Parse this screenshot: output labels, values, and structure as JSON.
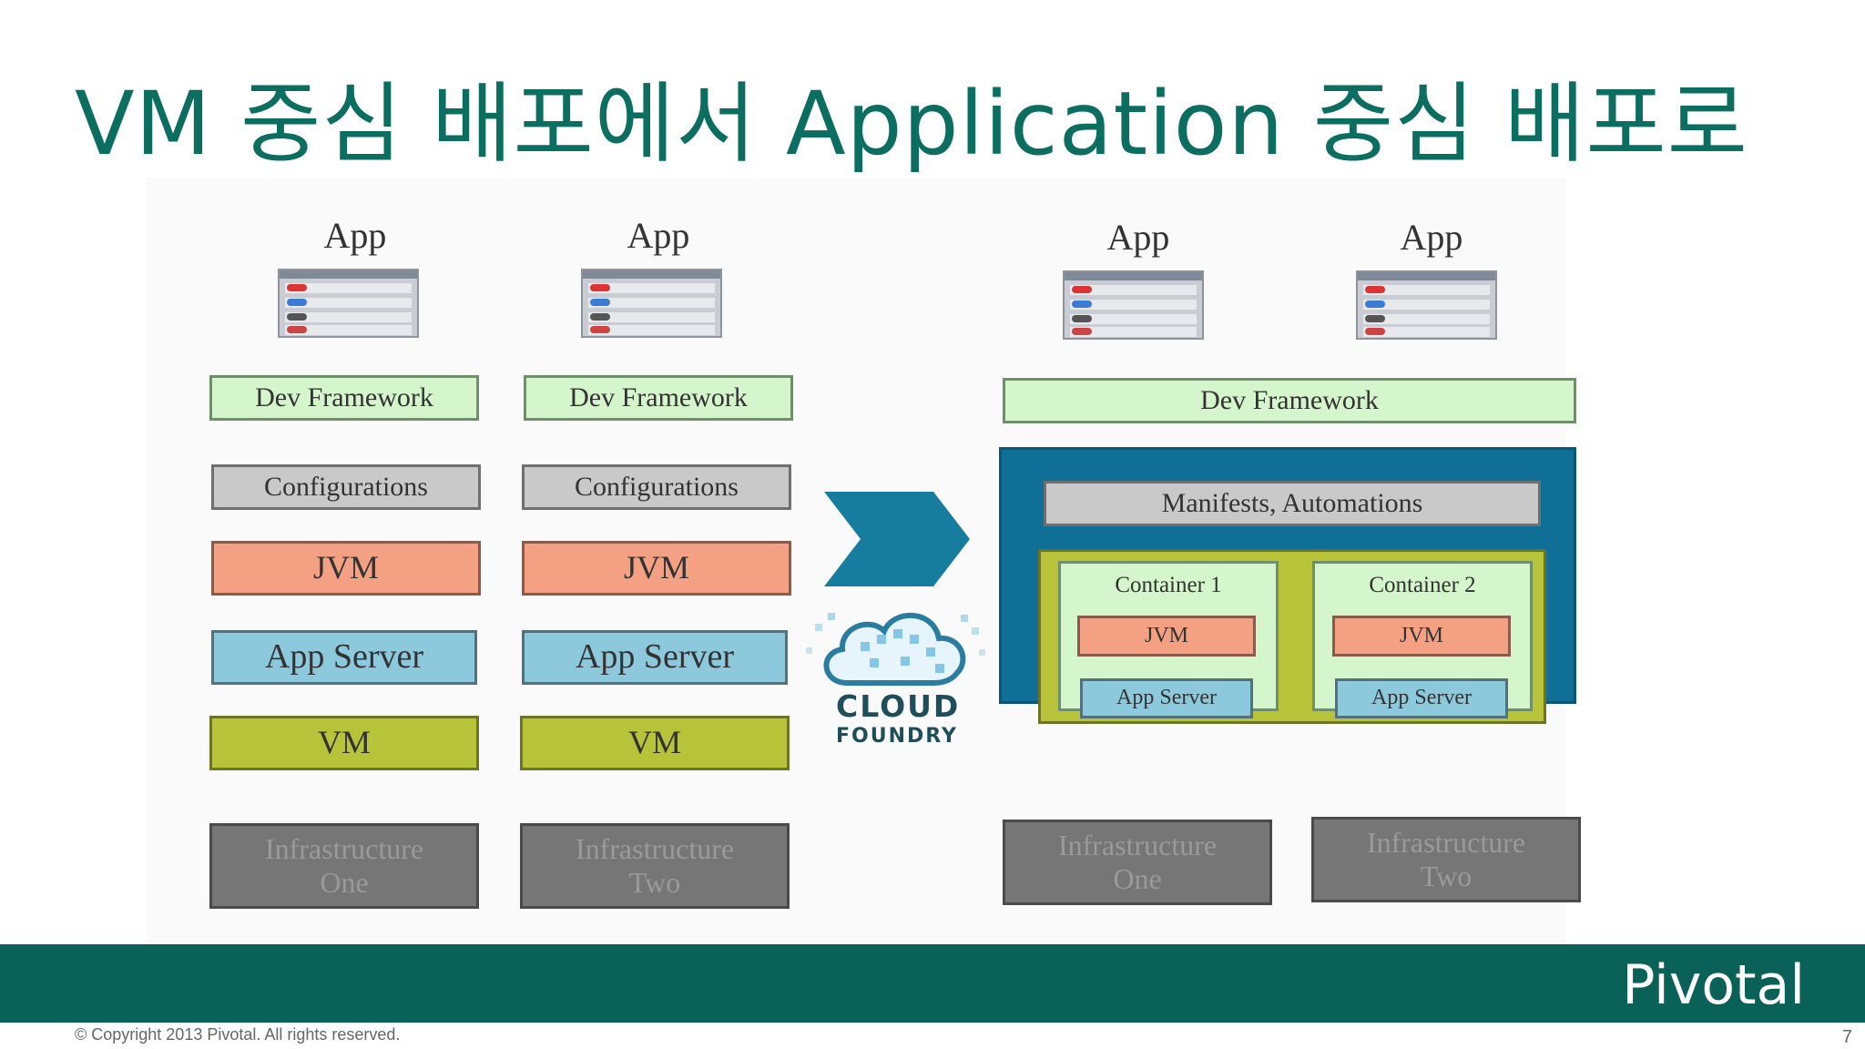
{
  "slide": {
    "title": "VM 중심 배포에서 Application 중심 배포로",
    "copyright": "© Copyright 2013 Pivotal. All rights reserved.",
    "page_number": "7",
    "logo": "Pivotal"
  },
  "diagram": {
    "left_stack_1": {
      "app": "App",
      "dev_framework": "Dev Framework",
      "configurations": "Configurations",
      "jvm": "JVM",
      "app_server": "App Server",
      "vm": "VM",
      "infra_line1": "Infrastructure",
      "infra_line2": "One"
    },
    "left_stack_2": {
      "app": "App",
      "dev_framework": "Dev Framework",
      "configurations": "Configurations",
      "jvm": "JVM",
      "app_server": "App Server",
      "vm": "VM",
      "infra_line1": "Infrastructure",
      "infra_line2": "Two"
    },
    "cloud_foundry": {
      "line1": "CLOUD",
      "line2": "FOUNDRY"
    },
    "right": {
      "app_1": "App",
      "app_2": "App",
      "dev_framework": "Dev Framework",
      "manifests": "Manifests, Automations",
      "container_1": {
        "label": "Container 1",
        "jvm": "JVM",
        "app_server": "App Server"
      },
      "container_2": {
        "label": "Container 2",
        "jvm": "JVM",
        "app_server": "App Server"
      },
      "infra_1_line1": "Infrastructure",
      "infra_1_line2": "One",
      "infra_2_line1": "Infrastructure",
      "infra_2_line2": "Two"
    }
  },
  "colors": {
    "title": "#0b6e61",
    "footer_band": "#0a6157",
    "dev_framework": "#d5f5cc",
    "configurations": "#c9c9c9",
    "jvm": "#f4a183",
    "app_server": "#8dc9dc",
    "vm": "#b7c43a",
    "infrastructure": "#767676",
    "platform": "#0f6f96",
    "cloud_foundry_arrow": "#167d9e"
  }
}
